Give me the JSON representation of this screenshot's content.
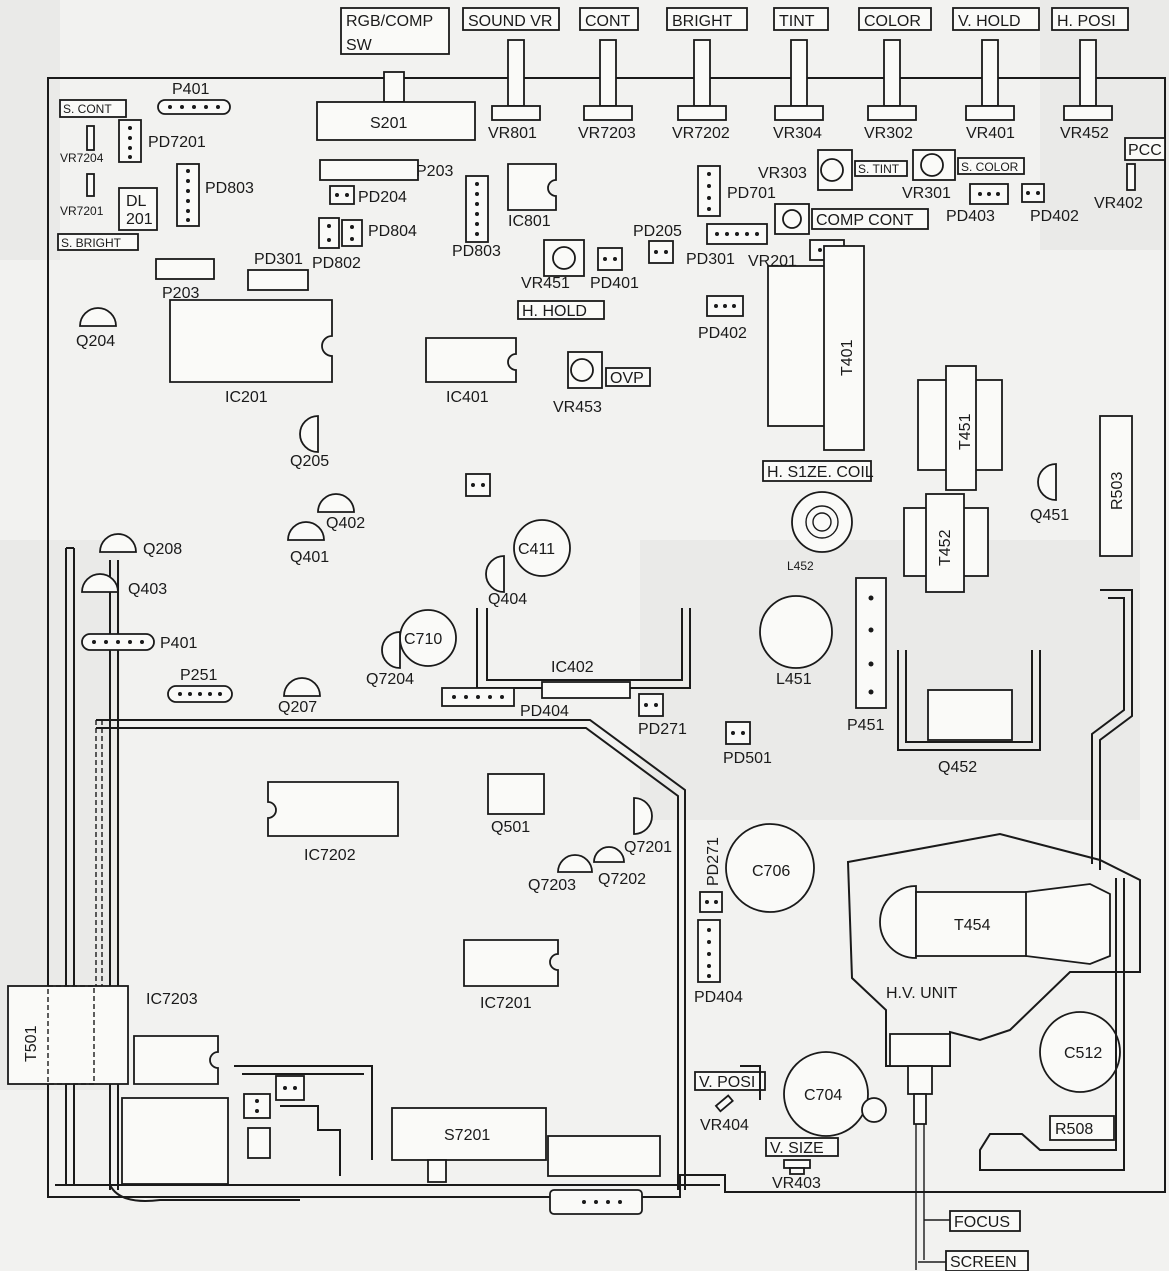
{
  "top_controls": [
    {
      "id": "rgb-comp",
      "text": "RGB/COMP",
      "text2": "SW"
    },
    {
      "id": "sound-vr",
      "text": "SOUND VR"
    },
    {
      "id": "cont",
      "text": "CONT"
    },
    {
      "id": "bright",
      "text": "BRIGHT"
    },
    {
      "id": "tint",
      "text": "TINT"
    },
    {
      "id": "color",
      "text": "COLOR"
    },
    {
      "id": "v-hold",
      "text": "V. HOLD"
    },
    {
      "id": "h-posi",
      "text": "H. POSI"
    }
  ],
  "boxed_labels": {
    "s_cont": "S. CONT",
    "s_bright": "S. BRIGHT",
    "h_hold": "H. HOLD",
    "ovp": "OVP",
    "s_tint": "S. TINT",
    "s_color": "S. COLOR",
    "pcc": "PCC",
    "comp_cont": "COMP CONT",
    "h_size_coil": "H. S1ZE. COIL",
    "v_posi": "V. POSI",
    "v_size": "V. SIZE",
    "r508": "R508",
    "focus": "FOCUS",
    "screen": "SCREEN"
  },
  "labels": {
    "p401_top": "P401",
    "vr7204": "VR7204",
    "pd7201": "PD7201",
    "vr7201": "VR7201",
    "dl201": "DL\n201",
    "pd803_l": "PD803",
    "s201": "S201",
    "p203_top": "P203",
    "pd204": "PD204",
    "pd804": "PD804",
    "pd802": "PD802",
    "pd803_m": "PD803",
    "ic801": "IC801",
    "vr801": "VR801",
    "vr7203": "VR7203",
    "vr7202": "VR7202",
    "vr304": "VR304",
    "vr302": "VR302",
    "vr401": "VR401",
    "vr452": "VR452",
    "vr303": "VR303",
    "pd701": "PD701",
    "vr301": "VR301",
    "pd403": "PD403",
    "pd402_r": "PD402",
    "vr402": "VR402",
    "pd205": "PD205",
    "pd301_m": "PD301",
    "vr201": "VR201",
    "vr451": "VR451",
    "pd401": "PD401",
    "pd402": "PD402",
    "pd301_l": "PD301",
    "p203_l": "P203",
    "q204": "Q204",
    "ic201": "IC201",
    "ic401": "IC401",
    "vr453": "VR453",
    "t401": "T401",
    "t451": "T451",
    "r503": "R503",
    "q451": "Q451",
    "t452": "T452",
    "l452": "L452",
    "q205": "Q205",
    "q402": "Q402",
    "q401": "Q401",
    "c411": "C411",
    "q404": "Q404",
    "q208": "Q208",
    "q403": "Q403",
    "p401_l": "P401",
    "c710": "C710",
    "q7204": "Q7204",
    "ic402": "IC402",
    "l451": "L451",
    "p451": "P451",
    "p251": "P251",
    "q207": "Q207",
    "pd404": "PD404",
    "pd271": "PD271",
    "pd501": "PD501",
    "q452": "Q452",
    "q501": "Q501",
    "ic7202": "IC7202",
    "q7201": "Q7201",
    "q7203": "Q7203",
    "q7202": "Q7202",
    "pd271_v": "PD271",
    "c706": "C706",
    "t454": "T454",
    "hv_unit": "H.V. UNIT",
    "c512": "C512",
    "pd404_b": "PD404",
    "ic7201": "IC7201",
    "t501": "T501",
    "ic7203": "IC7203",
    "s7201": "S7201",
    "c704": "C704",
    "vr404": "VR404",
    "vr403": "VR403"
  }
}
